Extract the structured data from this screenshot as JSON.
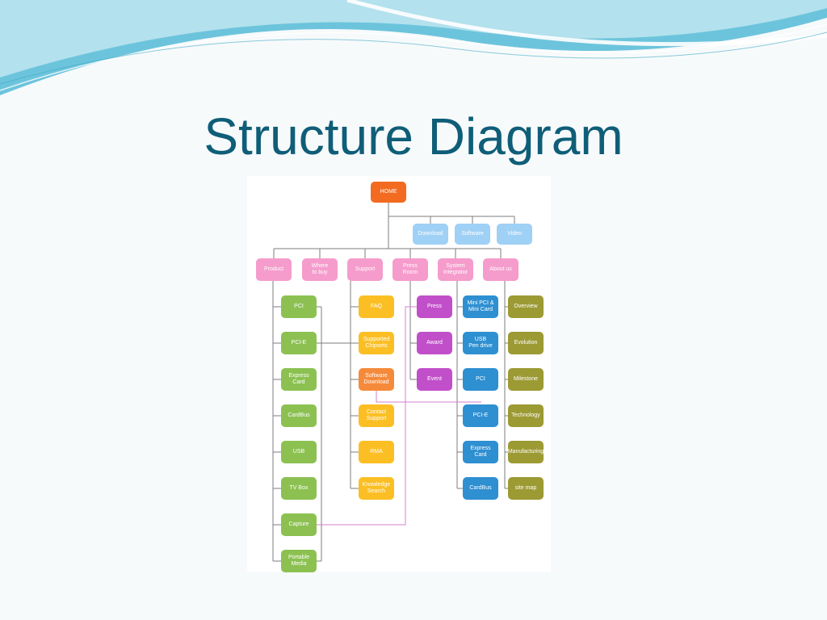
{
  "slide": {
    "title": "Structure Diagram"
  },
  "colors": {
    "title": "#0f5e78",
    "root": "#f26b21",
    "blue_light": "#9fd0f5",
    "pink": "#f59ccc",
    "green": "#8cc152",
    "yellow": "#fbbf24",
    "orange": "#f58a3a",
    "purple": "#c14fc9",
    "blue": "#2e8fd1",
    "olive": "#9c9a33",
    "connector": "#7d7d7d",
    "cross_link": "#d77fcf"
  },
  "diagram": {
    "root": {
      "label": "HOME"
    },
    "top_links": [
      {
        "label": "Download"
      },
      {
        "label": "Software"
      },
      {
        "label": "Video"
      }
    ],
    "categories": [
      {
        "label": "Product"
      },
      {
        "label": "Where\nto buy"
      },
      {
        "label": "Support"
      },
      {
        "label": "Press\nRoom"
      },
      {
        "label": "System\nIntegrator"
      },
      {
        "label": "About us"
      }
    ],
    "product_items": [
      {
        "label": "PCI"
      },
      {
        "label": "PCI-E"
      },
      {
        "label": "Express\nCard"
      },
      {
        "label": "CardBus"
      },
      {
        "label": "USB"
      },
      {
        "label": "TV Box"
      },
      {
        "label": "Capture"
      },
      {
        "label": "Portable\nMedia"
      }
    ],
    "support_items": [
      {
        "label": "FAQ"
      },
      {
        "label": "Supported\nChipsets"
      },
      {
        "label": "Software\nDownload"
      },
      {
        "label": "Contact\nSupport"
      },
      {
        "label": "RMA"
      },
      {
        "label": "Knowledge\nSearch"
      }
    ],
    "press_items": [
      {
        "label": "Press"
      },
      {
        "label": "Award"
      },
      {
        "label": "Event"
      }
    ],
    "integrator_items": [
      {
        "label": "Mini PCI &\nMini Card"
      },
      {
        "label": "USB\nPen drive"
      },
      {
        "label": "PCI"
      },
      {
        "label": "PCI-E"
      },
      {
        "label": "Express\nCard"
      },
      {
        "label": "CardBus"
      }
    ],
    "about_items": [
      {
        "label": "Overview"
      },
      {
        "label": "Evolution"
      },
      {
        "label": "Milestone"
      },
      {
        "label": "Technology"
      },
      {
        "label": "Manufacturing"
      },
      {
        "label": "site map"
      }
    ]
  }
}
